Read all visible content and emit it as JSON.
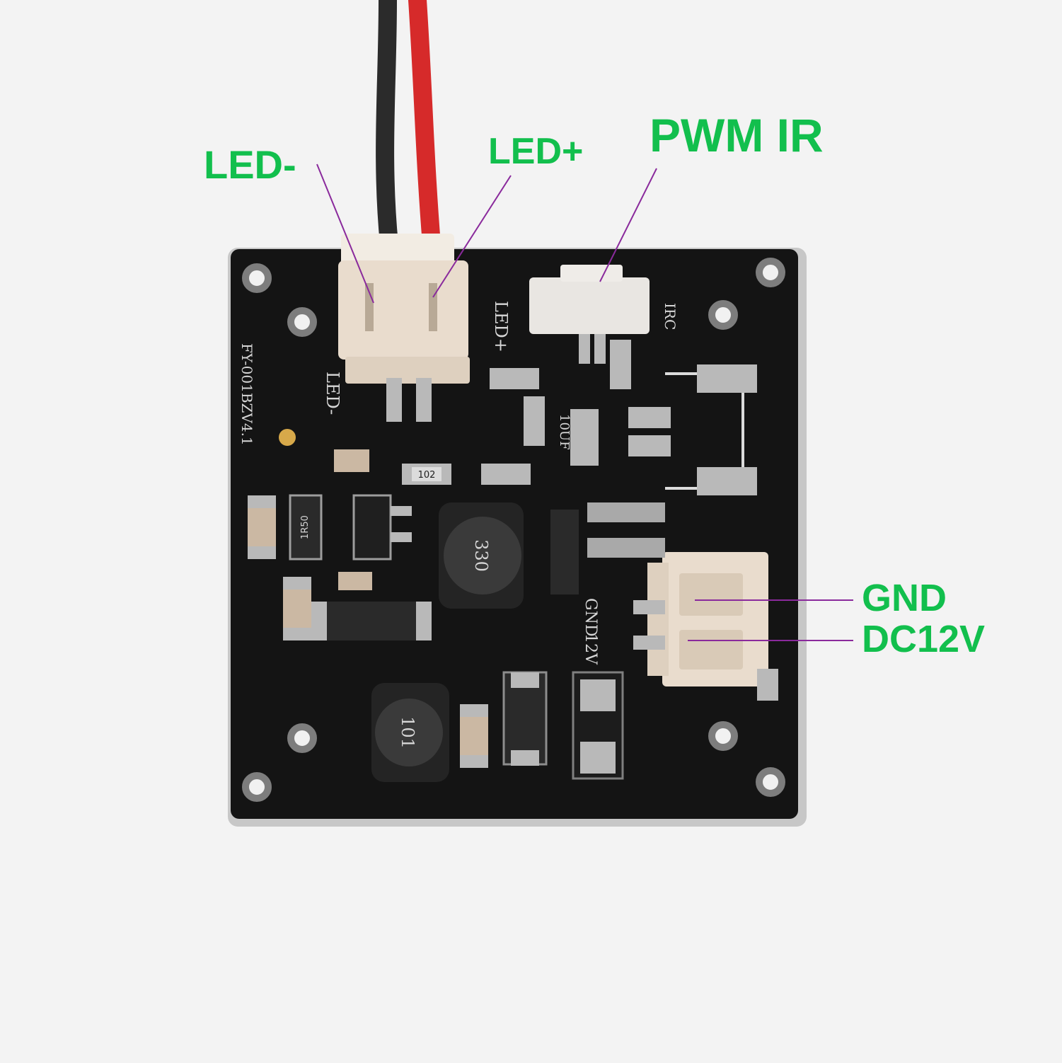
{
  "callouts": {
    "led_minus": "LED-",
    "led_plus": "LED+",
    "pwm_ir": "PWM IR",
    "gnd": "GND",
    "dc12v": "DC12V"
  },
  "silkscreen": {
    "led_minus": "LED-",
    "led_plus": "LED+",
    "irc": "IRC",
    "gnd": "GND",
    "v12": "12V",
    "board_id": "FY-001BZV4.1",
    "cap_value": "10UF",
    "resistor_102": "102",
    "resistor_1r50": "1R50",
    "inductor_330": "330",
    "inductor_101": "101"
  },
  "colors": {
    "callout_text": "#12bf4d",
    "leader_line": "#8a2a9c",
    "pcb": "#141414",
    "pad": "#b9b9b9",
    "connector": "#e9dccd",
    "wire_red": "#d62a2a",
    "wire_black": "#2b2b2b",
    "background": "#f3f3f3"
  }
}
